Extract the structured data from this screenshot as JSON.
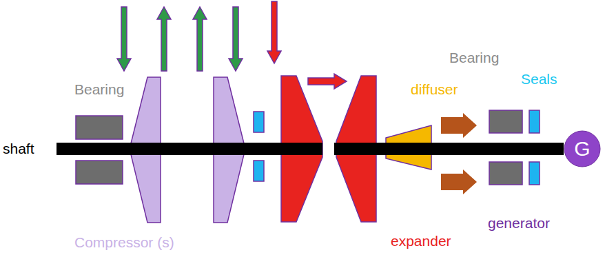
{
  "diagram": {
    "nodes": [
      {
        "text": [
          "G"
        ]
      }
    ],
    "labels": [
      "Bearing",
      "shaft",
      "Compressor (s)",
      "expander",
      "diffuser",
      "Bearing",
      "Seals",
      "generator"
    ]
  }
}
